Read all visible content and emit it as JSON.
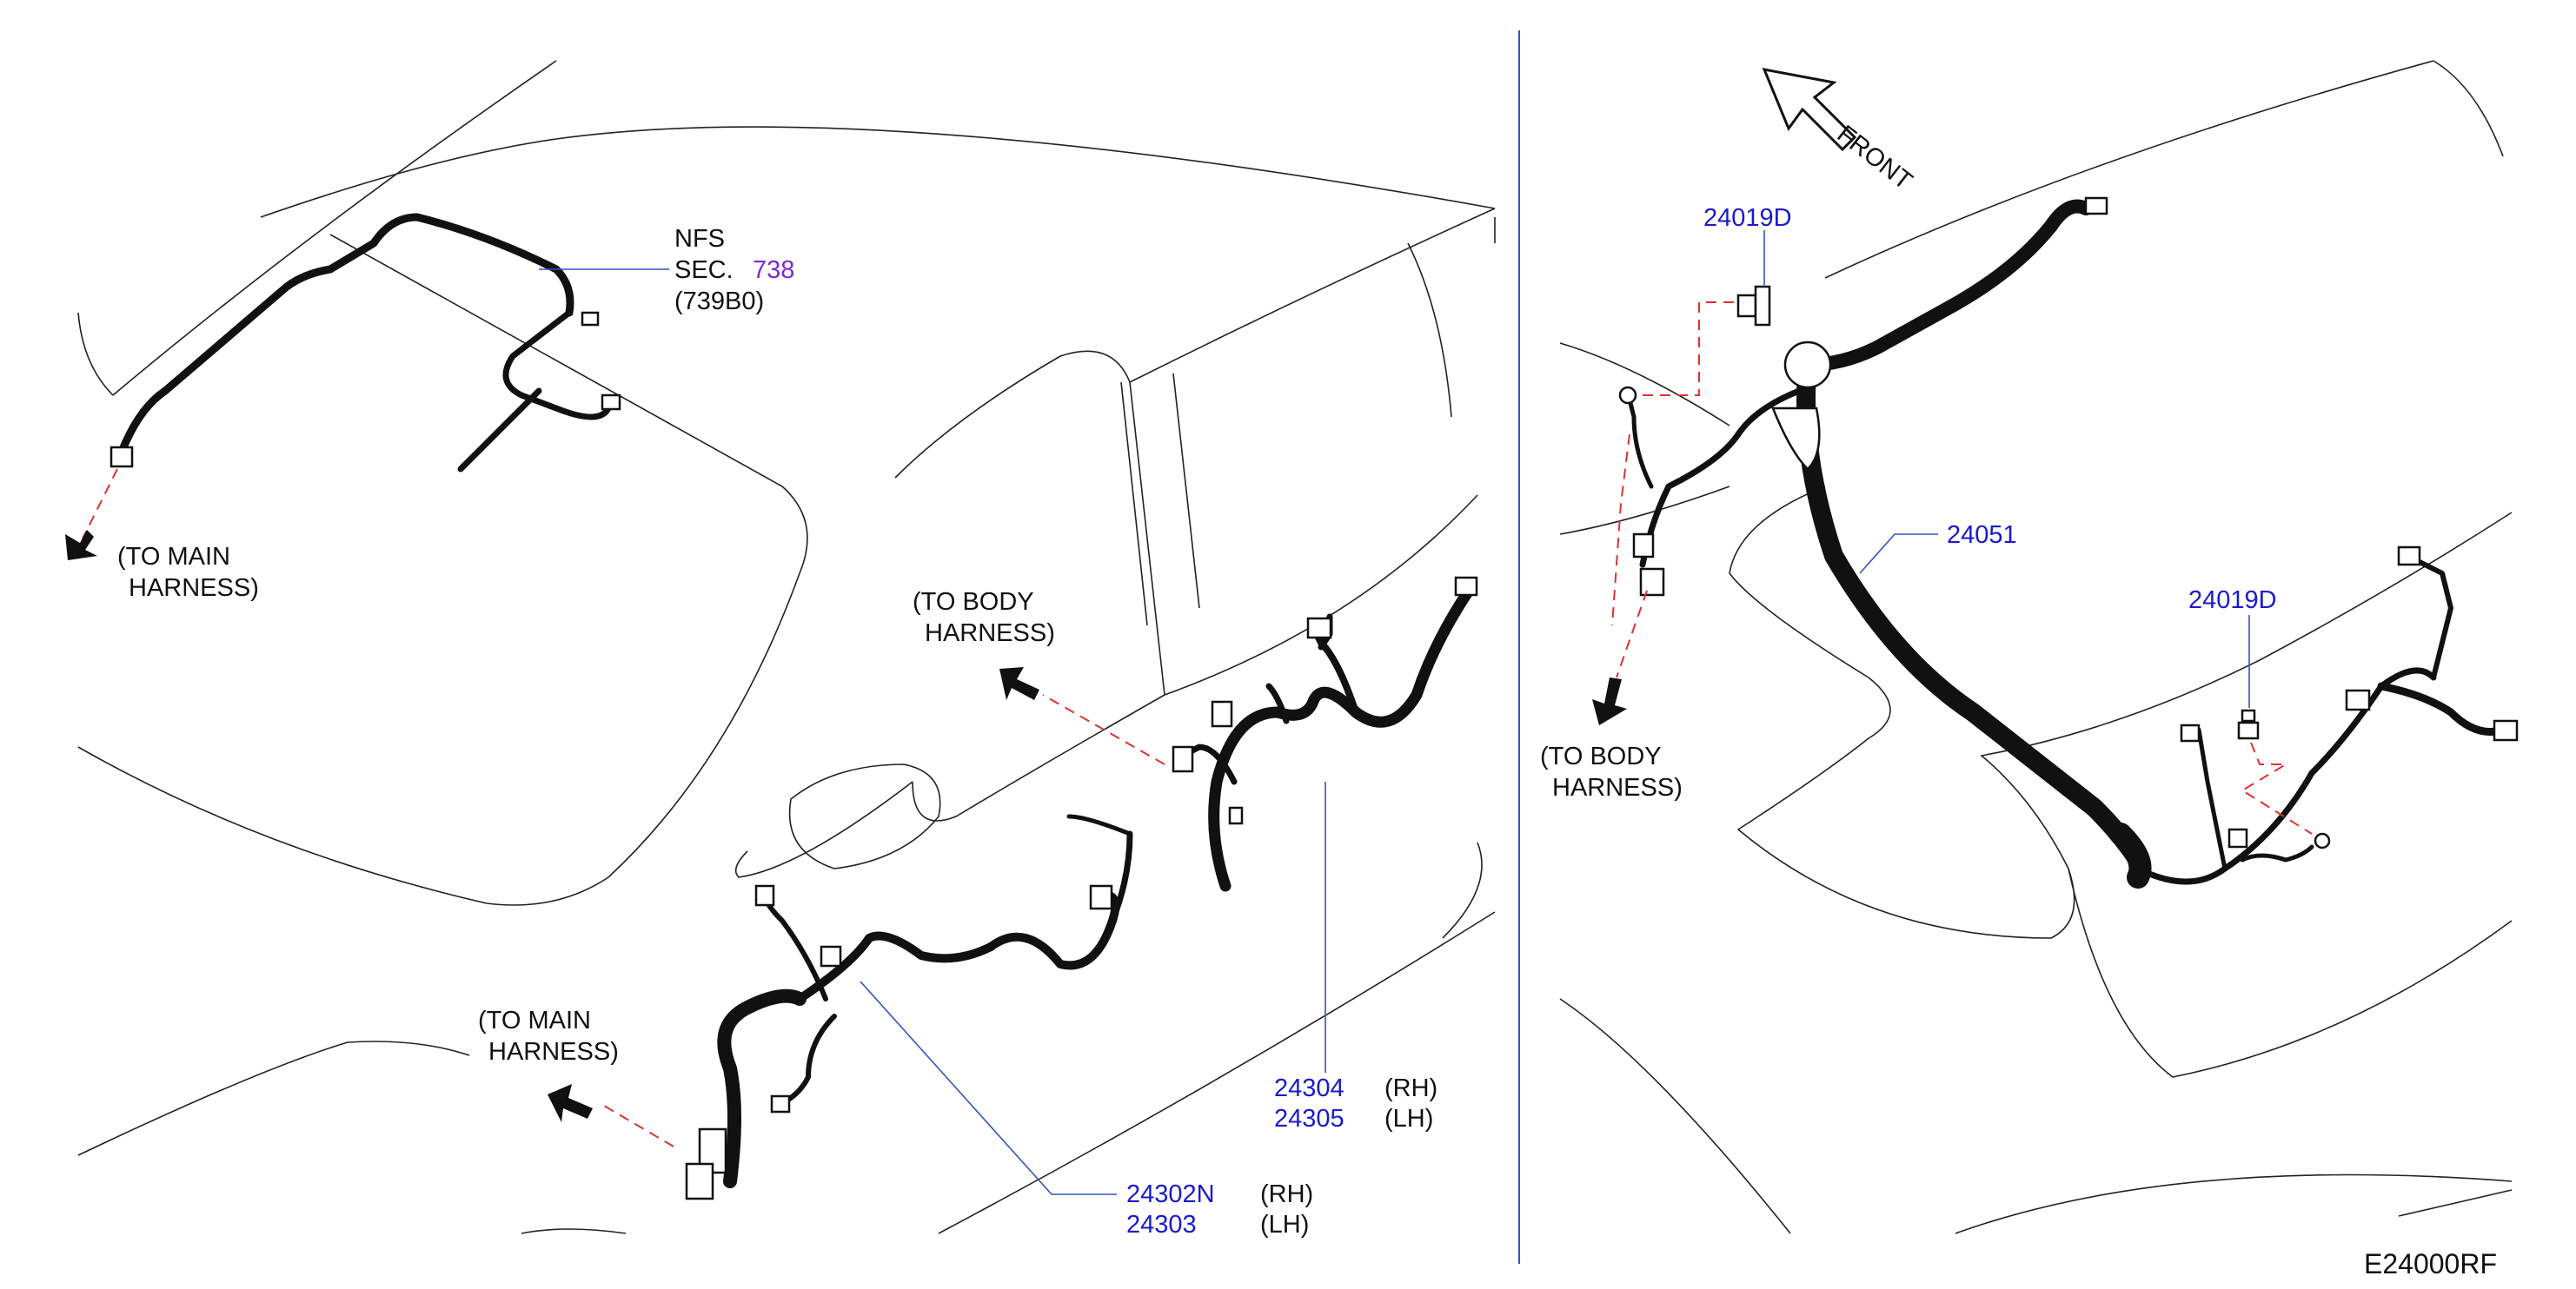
{
  "labels": {
    "nfs": "NFS",
    "sec": "SEC.",
    "sec_num": "738",
    "sec_part": "(739B0)",
    "to_main_1a": "(TO   MAIN",
    "to_main_1b": "HARNESS)",
    "to_body_1a": "(TO   BODY",
    "to_body_1b": "HARNESS)",
    "to_main_2a": "(TO   MAIN",
    "to_main_2b": "HARNESS)",
    "to_body_2a": "(TO   BODY",
    "to_body_2b": "HARNESS)",
    "front": "FRONT",
    "code": "E24000RF"
  },
  "parts": {
    "p24304": "24304",
    "p24304_side": "(RH)",
    "p24305": "24305",
    "p24305_side": "(LH)",
    "p24302n": "24302N",
    "p24302n_side": "(RH)",
    "p24303": "24303",
    "p24303_side": "(LH)",
    "p24019d_a": "24019D",
    "p24019d_b": "24019D",
    "p24051": "24051"
  }
}
